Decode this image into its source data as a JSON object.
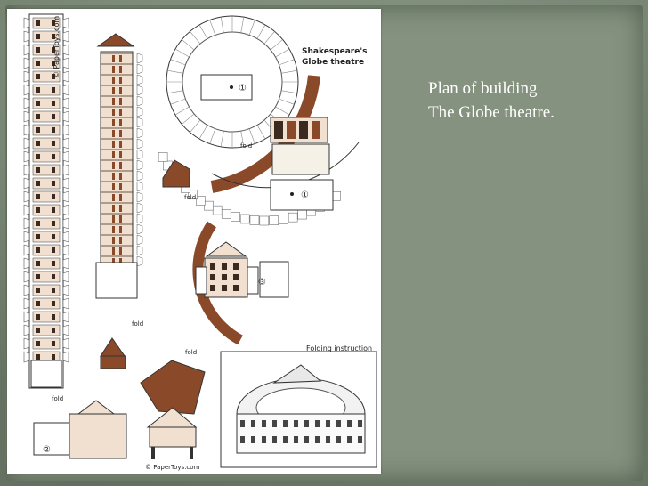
{
  "slide": {
    "text_lines": [
      "Plan of building",
      "The Globe theatre."
    ]
  },
  "papertoy": {
    "title_line1": "Shakespeare's",
    "title_line2": "Globe theatre",
    "brand_top": "© PaperToys.com",
    "brand_bottom": "© PaperToys.com",
    "folding_instruction": "Folding instruction",
    "fold_label": "fold",
    "piece_numbers": [
      "①",
      "②",
      "③"
    ],
    "colors": {
      "brown": "#8a4a2a",
      "tan": "#f1e0cf",
      "frame": "#3a2a20"
    }
  }
}
